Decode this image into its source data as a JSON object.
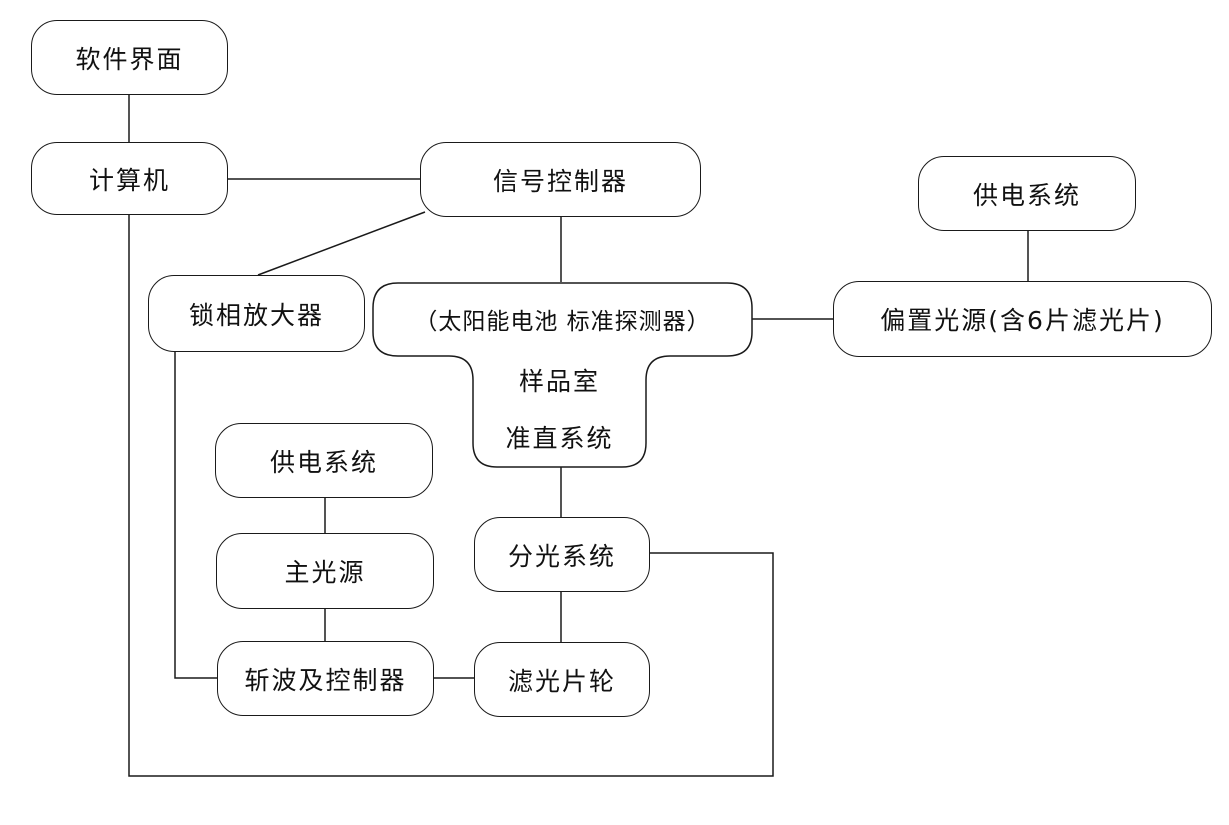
{
  "nodes": {
    "software_ui": "软件界面",
    "computer": "计算机",
    "signal_controller": "信号控制器",
    "lockin_amplifier": "锁相放大器",
    "sample_chamber_top": "（太阳能电池  标准探测器）",
    "sample_chamber": "样品室",
    "collimation_system": "准直系统",
    "bias_power_supply": "供电系统",
    "bias_light_source": "偏置光源(含6片滤光片)",
    "main_power_supply": "供电系统",
    "main_light_source": "主光源",
    "chopper_controller": "斩波及控制器",
    "monochromator": "分光系统",
    "filter_wheel": "滤光片轮"
  },
  "colors": {
    "line": "#1a1a1a",
    "text": "#111111",
    "background": "#ffffff"
  }
}
